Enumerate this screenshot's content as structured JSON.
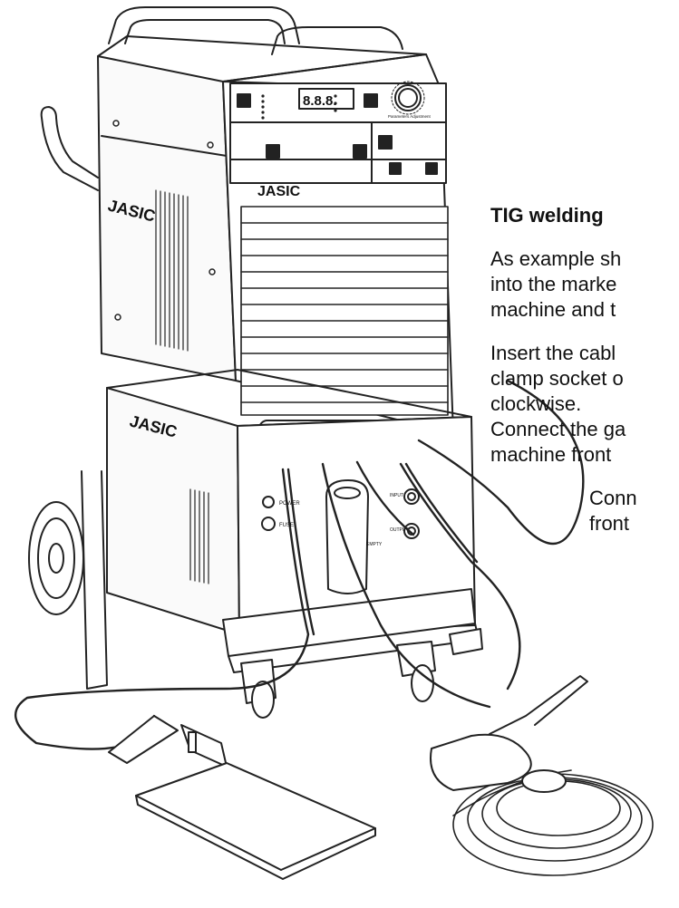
{
  "section_title": "TIG welding",
  "paragraphs": [
    [
      "As example sh",
      "into the marke",
      "machine and t"
    ],
    [
      "Insert the cabl",
      "clamp socket o",
      "clockwise.",
      "Connect the ga",
      "machine front"
    ],
    [
      "Conn",
      "front"
    ]
  ],
  "machine": {
    "brand": "JASIC",
    "display": "8.8.8.",
    "knob_label": "Parameters Adjustment",
    "indicators": [
      "POWER",
      "FUSE"
    ],
    "gas_labels": [
      "INPUT",
      "OUTPUT"
    ],
    "tank_label": "EMPTY"
  }
}
